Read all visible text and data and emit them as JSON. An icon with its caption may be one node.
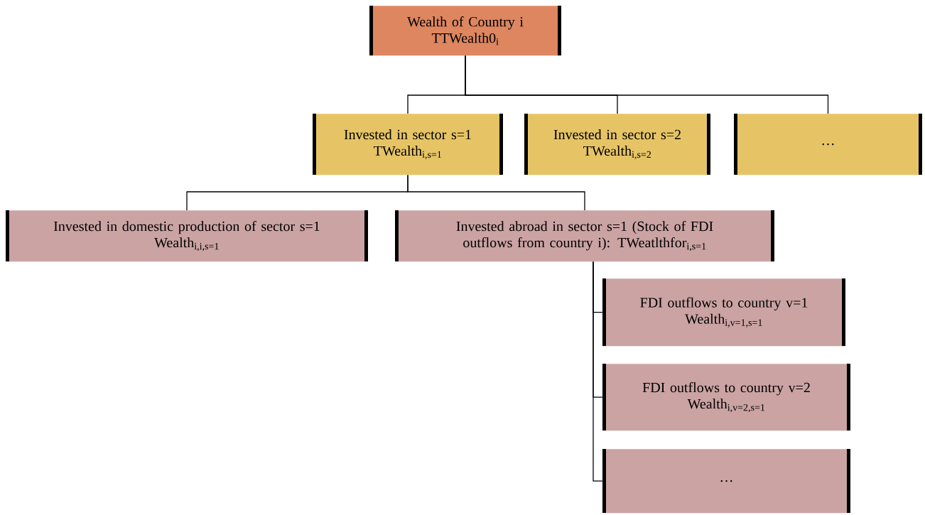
{
  "diagram": {
    "nodes": [
      {
        "text": [
          "Wealth of Country i",
          "TTWealth0$_{i}$"
        ]
      },
      {
        "text": [
          "Invested in sector s=1",
          "TWealth$_{i,s=1}$"
        ]
      },
      {
        "text": [
          "Invested in sector s=2",
          "TWealth$_{i,s=2}$"
        ]
      },
      {
        "text": [
          "…"
        ]
      },
      {
        "text": [
          "Invested in domestic production of sector s=1",
          "Wealth$_{i,i,s=1}$"
        ]
      },
      {
        "text": [
          "Invested abroad in sector s=1 (Stock of FDI outflows from country i):  TWeatlthfor$_{i,s=1}$"
        ]
      },
      {
        "text": [
          "FDI outflows to country v=1",
          "Wealth$_{i,v=1,s=1}$"
        ]
      },
      {
        "text": [
          "FDI outflows to country v=2",
          "Wealth$_{i,v=2,s=1}$"
        ]
      },
      {
        "text": [
          "…"
        ]
      }
    ],
    "edges": [
      {
        "from": 0,
        "to": 1,
        "arrow": "none"
      },
      {
        "from": 0,
        "to": 2,
        "arrow": "none"
      },
      {
        "from": 0,
        "to": 3,
        "arrow": "none"
      },
      {
        "from": 1,
        "to": 4,
        "arrow": "none"
      },
      {
        "from": 1,
        "to": 5,
        "arrow": "none"
      },
      {
        "from": 5,
        "to": 6,
        "arrow": "none"
      },
      {
        "from": 5,
        "to": 7,
        "arrow": "none"
      },
      {
        "from": 5,
        "to": 8,
        "arrow": "none"
      }
    ]
  }
}
